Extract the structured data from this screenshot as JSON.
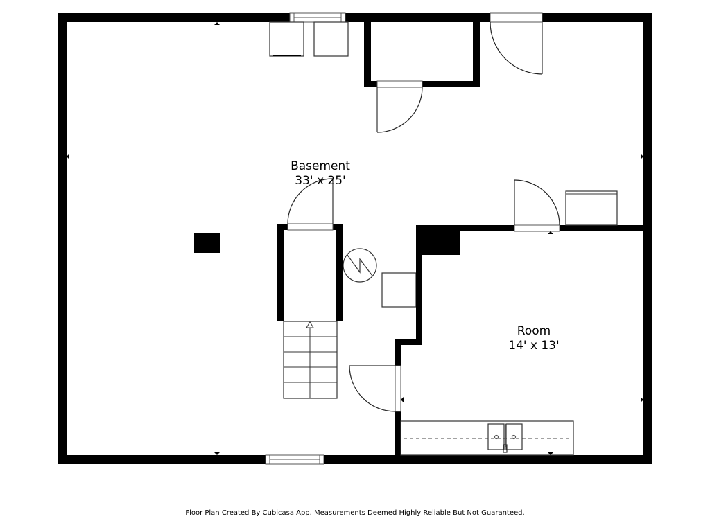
{
  "floor_plan": {
    "rooms": [
      {
        "name": "Basement",
        "dimensions": "33' x 25'"
      },
      {
        "name": "Room",
        "dimensions": "14' x 13'"
      }
    ],
    "fixtures": [
      "stairs",
      "water-heater",
      "sink-counter",
      "washer",
      "dryer",
      "closet",
      "column"
    ],
    "footer": "Floor Plan Created By Cubicasa App. Measurements Deemed Highly Reliable But Not Guaranteed."
  },
  "colors": {
    "wall": "#000000",
    "background": "#ffffff",
    "line": "#333333"
  }
}
